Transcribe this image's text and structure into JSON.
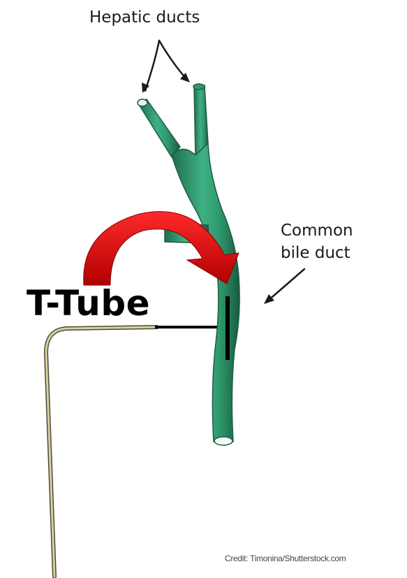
{
  "labels": {
    "hepatic_ducts": "Hepatic ducts",
    "common_bile_duct_line1": "Common",
    "common_bile_duct_line2": "bile duct",
    "t_tube": "T-Tube",
    "credit": "Credit: Timonina/Shutterstock.com"
  },
  "colors": {
    "duct_fill": "#2e9a6e",
    "duct_highlight": "#5fc79c",
    "duct_outline": "#1d5e44",
    "arrow_red": "#e01010",
    "tube": "#d9d2a0",
    "tube_outline": "#4a4a3a",
    "line_black": "#000000"
  }
}
